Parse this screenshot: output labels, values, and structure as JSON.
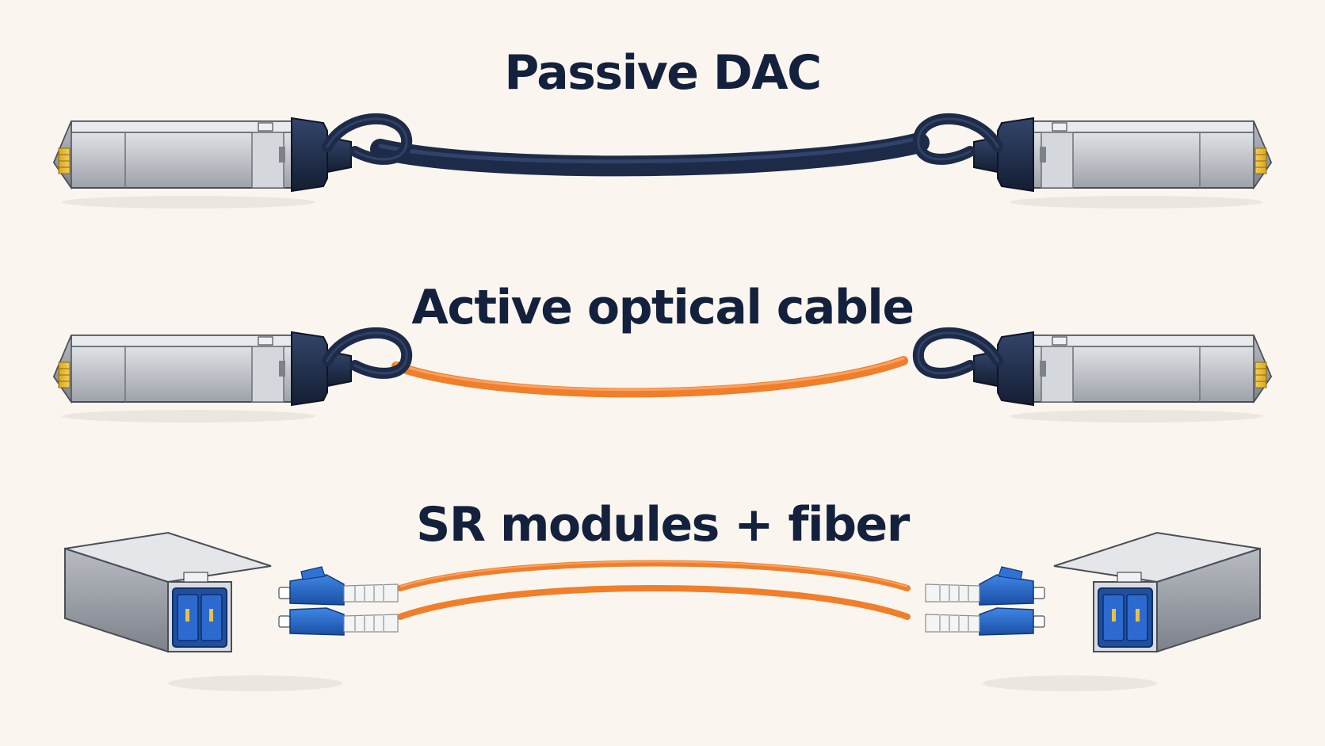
{
  "sections": [
    {
      "title": "Passive DAC",
      "cable_color": "#1d2b48"
    },
    {
      "title": "Active optical cable",
      "cable_color": "#f07e2a"
    },
    {
      "title": "SR modules + fiber",
      "cable_color": "#f07e2a"
    }
  ],
  "colors": {
    "background": "#faf6ef",
    "title": "#14213d",
    "module_metal": "#c9ccd1",
    "boot": "#1d2b48",
    "lc_connector": "#1f63c4"
  }
}
